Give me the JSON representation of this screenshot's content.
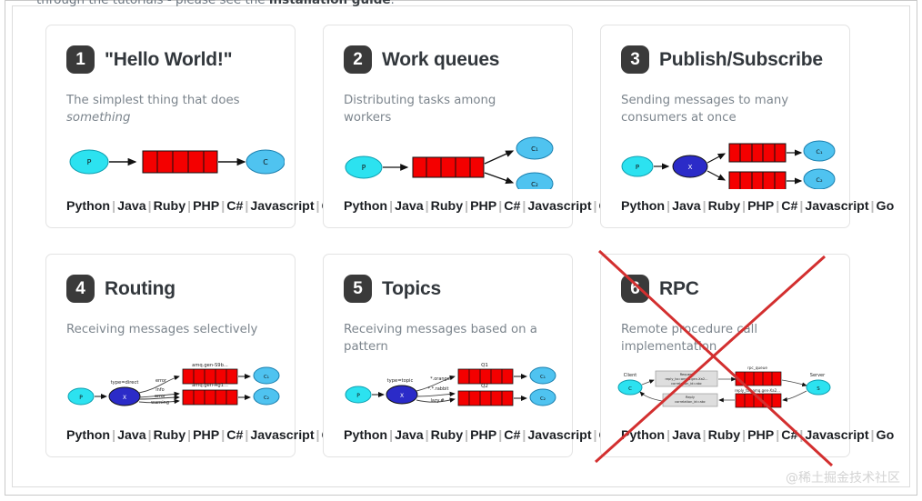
{
  "lead_text_prefix": "through the tutorials - please see the ",
  "lead_text_bold": "installation guide",
  "lead_text_suffix": ".",
  "watermark": "@稀土掘金技术社区",
  "colors": {
    "badge_bg": "#3a3a3a",
    "title": "#32373c",
    "description": "#7c858d",
    "link": "#1c1f23",
    "separator": "#bcbcbc",
    "queue_red": "#f40000",
    "producer_cyan": "#2ce2f0",
    "consumer_blue": "#4fc3f0",
    "exchange_blue": "#2b2bc8",
    "strike_red": "#d32f2f",
    "card_border": "#e3e3e3"
  },
  "languages": [
    "Python",
    "Java",
    "Ruby",
    "PHP",
    "C#",
    "Javascript",
    "Go"
  ],
  "language_separator": "|",
  "cards": [
    {
      "number": "1",
      "title": "\"Hello World!\"",
      "desc_prefix": "The simplest thing that does ",
      "desc_italic": "something",
      "desc_suffix": "",
      "diagram": "hello-world-diagram",
      "nodes": {
        "producer": "P",
        "consumer": "C"
      },
      "struck_out": false
    },
    {
      "number": "2",
      "title": "Work queues",
      "desc_prefix": "Distributing tasks among workers",
      "desc_italic": "",
      "desc_suffix": "",
      "diagram": "work-queues-diagram",
      "nodes": {
        "producer": "P",
        "consumer1": "C₁",
        "consumer2": "C₂"
      },
      "struck_out": false
    },
    {
      "number": "3",
      "title": "Publish/Subscribe",
      "desc_prefix": "Sending messages to many consumers at once",
      "desc_italic": "",
      "desc_suffix": "",
      "diagram": "publish-subscribe-diagram",
      "nodes": {
        "producer": "P",
        "exchange": "X",
        "consumer1": "C₁",
        "consumer2": "C₂"
      },
      "struck_out": false
    },
    {
      "number": "4",
      "title": "Routing",
      "desc_prefix": "Receiving messages selectively",
      "desc_italic": "",
      "desc_suffix": "",
      "diagram": "routing-diagram",
      "nodes": {
        "producer": "P",
        "exchange": "X",
        "consumer1": "C₁",
        "consumer2": "C₂"
      },
      "labels": {
        "exchange_type": "type=direct",
        "binding1": "error",
        "binding2": "info",
        "binding3": "error",
        "binding4": "warning",
        "queue1": "amq.gen-S9b...",
        "queue2": "amq.gen-Ag1..."
      },
      "struck_out": false
    },
    {
      "number": "5",
      "title": "Topics",
      "desc_prefix": "Receiving messages based on a pattern",
      "desc_italic": "",
      "desc_suffix": "",
      "diagram": "topics-diagram",
      "nodes": {
        "producer": "P",
        "exchange": "X",
        "consumer1": "C₁",
        "consumer2": "C₂"
      },
      "labels": {
        "exchange_type": "type=topic",
        "binding1": "*.orange.*",
        "binding2": "*.*.rabbit",
        "binding3": "lazy.#",
        "queue1": "Q1",
        "queue2": "Q2"
      },
      "struck_out": false
    },
    {
      "number": "6",
      "title": "RPC",
      "desc_prefix": "Remote procedure call implementation",
      "desc_italic": "",
      "desc_suffix": "",
      "diagram": "rpc-diagram",
      "nodes": {
        "client": "C",
        "server": "S"
      },
      "labels": {
        "client": "Client",
        "server": "Server",
        "request_box": "Request reply_to=amqp.gen-Xa2... correlation_id=abc",
        "reply_box": "Reply correlation_id=abc",
        "queue1": "rpc_queue",
        "queue2": "reply_to=amq.gen-Xa2..."
      },
      "struck_out": true
    }
  ]
}
